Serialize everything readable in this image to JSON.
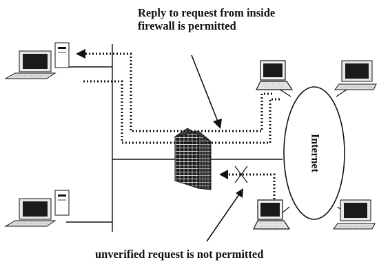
{
  "captions": {
    "reply_permitted": "Reply to request from inside\nfirewall is permitted",
    "reply_line1": "Reply to request from inside",
    "reply_line2": "firewall is permitted",
    "unverified_denied": "unverified request is not permitted"
  },
  "cloud": {
    "label": "Internet"
  },
  "icons": {
    "inside_hosts": [
      "desktop-computer-icon",
      "desktop-computer-icon"
    ],
    "outside_hosts": [
      "laptop-icon",
      "desktop-computer-icon",
      "laptop-icon",
      "desktop-computer-icon"
    ],
    "firewall": "firewall-icon",
    "blocked_marker": "x-mark-icon"
  },
  "colors": {
    "ink": "#111111",
    "screen": "#1a1a1a",
    "background": "#ffffff"
  }
}
